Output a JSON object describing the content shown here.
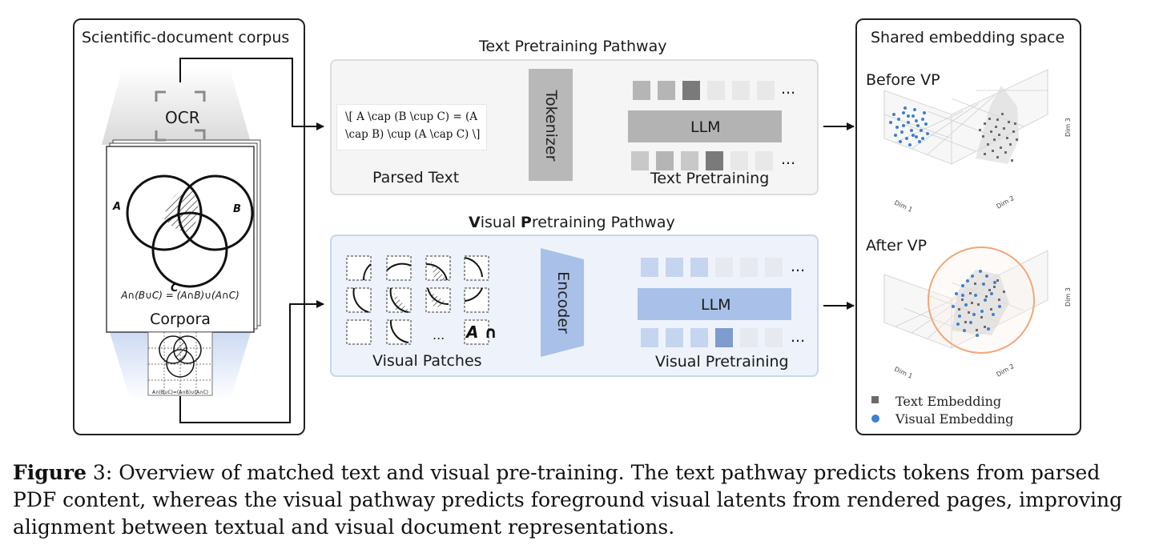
{
  "corpus": {
    "title": "Scientific-document corpus",
    "ocr_label": "OCR",
    "doc_label": "Corpora",
    "set_labels": [
      "A",
      "B",
      "C"
    ],
    "formula": "A∩(B∪C) = (A∩B)∪(A∩C)",
    "mini_formula": "A∩(B∪C)=(A∩B)∪(A∩C)"
  },
  "text_path": {
    "title": "Text Pretraining Pathway",
    "parsed_text_line1": "\\[ A \\cap (B \\cup C) = (A",
    "parsed_text_line2": "\\cap B) \\cup (A \\cap C) \\]",
    "parsed_label": "Parsed Text",
    "tokenizer": "Tokenizer",
    "llm": "LLM",
    "pretrain_label": "Text Pretraining",
    "ellipsis": "..."
  },
  "visual_path": {
    "title_bold_v": "V",
    "title_part1": "isual ",
    "title_bold_p": "P",
    "title_part2": "retraining Pathway",
    "patches_label": "Visual Patches",
    "patch_ellipsis": "...",
    "patch_text": "A ∩",
    "encoder": "Encoder",
    "llm": "LLM",
    "pretrain_label": "Visual Pretraining",
    "ellipsis": "..."
  },
  "embedding": {
    "title": "Shared embedding space",
    "before": "Before VP",
    "after": "After VP",
    "axis_dim1": "Dim 1",
    "axis_dim2": "Dim 2",
    "axis_dim3": "Dim 3",
    "legend_text": "Text Embedding",
    "legend_visual": "Visual Embedding",
    "colors": {
      "text": "#6b6b6b",
      "visual": "#3d7fd1",
      "ring": "#f0a777"
    }
  },
  "caption": {
    "label": "Figure",
    "number": " 3",
    "text": ": Overview of matched text and visual pre-training. The text pathway predicts tokens from parsed PDF content, whereas the visual pathway predicts foreground visual latents from rendered pages, improving alignment between textual and visual document representations."
  }
}
